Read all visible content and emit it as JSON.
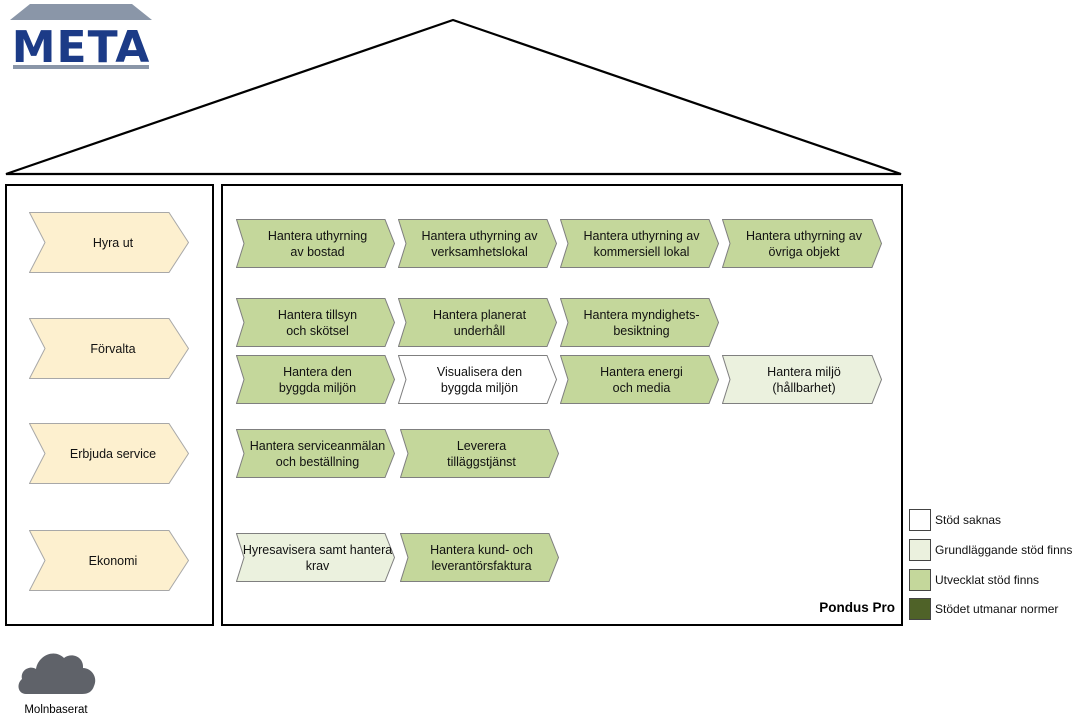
{
  "logo": {
    "text": "META"
  },
  "colors": {
    "process": "#fdf0cf",
    "none": "#ffffff",
    "basic": "#ebf1de",
    "developed": "#c4d79b",
    "challenges": "#4f6228"
  },
  "processes": [
    {
      "label": "Hyra ut"
    },
    {
      "label": "Förvalta"
    },
    {
      "label": "Erbjuda service"
    },
    {
      "label": "Ekonomi"
    }
  ],
  "capabilities": [
    {
      "label": "Hantera uthyrning\nav bostad",
      "support": "developed"
    },
    {
      "label": "Hantera uthyrning av\nverksamhetslokal",
      "support": "developed"
    },
    {
      "label": "Hantera uthyrning av\nkommersiell lokal",
      "support": "developed"
    },
    {
      "label": "Hantera uthyrning av\növriga objekt",
      "support": "developed"
    },
    {
      "label": "Hantera tillsyn\noch skötsel",
      "support": "developed"
    },
    {
      "label": "Hantera planerat\nunderhåll",
      "support": "developed"
    },
    {
      "label": "Hantera myndighets-\nbesiktning",
      "support": "developed"
    },
    {
      "label": "Hantera den\nbyggda miljön",
      "support": "developed"
    },
    {
      "label": "Visualisera den\nbyggda miljön",
      "support": "none"
    },
    {
      "label": "Hantera energi\noch media",
      "support": "developed"
    },
    {
      "label": "Hantera miljö\n(hållbarhet)",
      "support": "basic"
    },
    {
      "label": "Hantera serviceanmälan\noch beställning",
      "support": "developed"
    },
    {
      "label": "Leverera\ntilläggstjänst",
      "support": "developed"
    },
    {
      "label": "Hyresavisera samt hantera\nkrav",
      "support": "basic"
    },
    {
      "label": "Hantera kund- och\nleverantörsfaktura",
      "support": "developed"
    }
  ],
  "product": "Pondus Pro",
  "legend": [
    {
      "label": "Stöd saknas",
      "key": "none"
    },
    {
      "label": "Grundläggande stöd finns",
      "key": "basic"
    },
    {
      "label": "Utvecklat stöd finns",
      "key": "developed"
    },
    {
      "label": "Stödet utmanar normer",
      "key": "challenges"
    }
  ],
  "cloud": {
    "label": "Molnbaserat",
    "icon": "cloud-icon"
  }
}
